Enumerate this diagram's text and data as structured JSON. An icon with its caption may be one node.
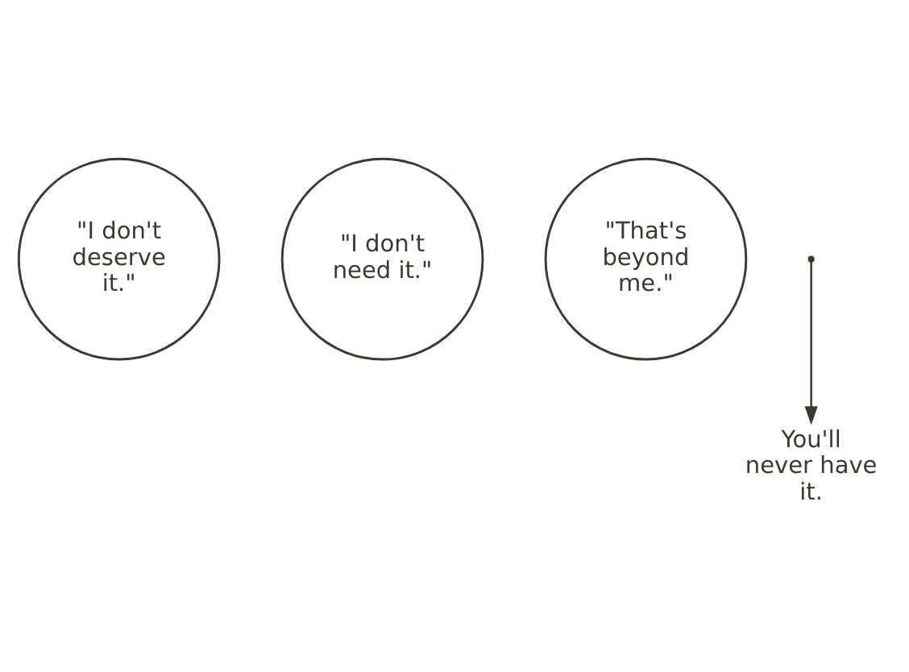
{
  "diagram": {
    "nodes": [
      {
        "text": [
          "\"I don't deserve it.\""
        ]
      },
      {
        "text": [
          "\"I don't need it.\""
        ]
      },
      {
        "text": [
          "\"That's beyond me.\""
        ]
      },
      {
        "text": [
          "You'll never have it."
        ]
      }
    ],
    "edges": [
      {
        "from": null,
        "to": 3,
        "arrow": "to"
      }
    ]
  }
}
